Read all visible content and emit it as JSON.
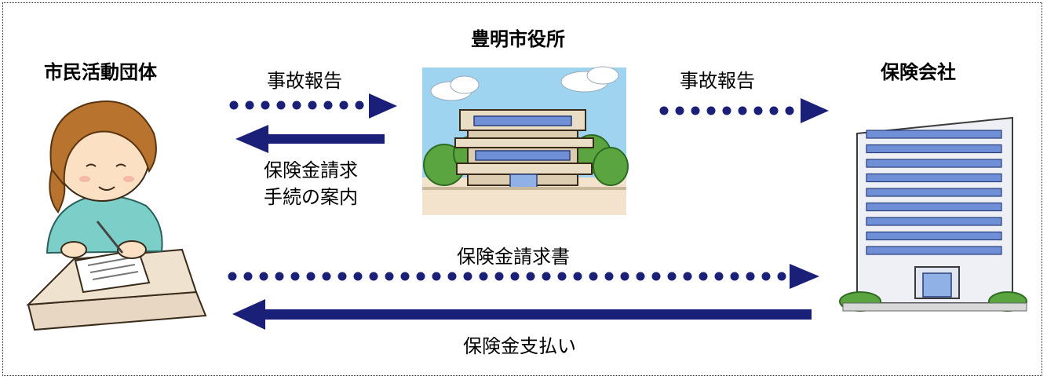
{
  "diagram": {
    "nodes": {
      "citizen_group": {
        "title": "市民活動団体"
      },
      "city_hall": {
        "title": "豊明市役所"
      },
      "insurer": {
        "title": "保険会社"
      }
    },
    "edges": [
      {
        "id": "report_to_city",
        "label": "事故報告",
        "style": "dotted"
      },
      {
        "id": "guide_to_group",
        "label_line1": "保険金請求",
        "label_line2": "手続の案内",
        "style": "solid"
      },
      {
        "id": "report_to_insurer",
        "label": "事故報告",
        "style": "dotted"
      },
      {
        "id": "claim_form",
        "label": "保険金請求書",
        "style": "dotted"
      },
      {
        "id": "payment",
        "label": "保険金支払い",
        "style": "solid"
      }
    ],
    "colors": {
      "arrow": "#1a1f78",
      "sky": "#9fd4f0",
      "ground": "#f3e3cc",
      "building": "#e9ddc6",
      "window": "#6f8fd6",
      "tree": "#5aa53f",
      "shirt": "#7ccfc8",
      "hair": "#b8742e",
      "desk": "#e8d7c2"
    }
  }
}
